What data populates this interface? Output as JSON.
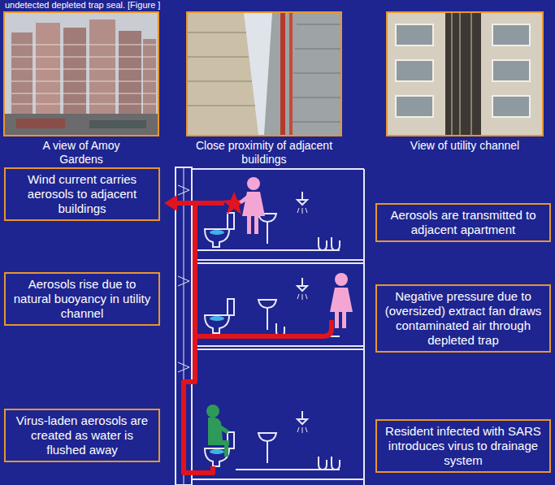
{
  "diagram": {
    "nodes": [
      {
        "text": [
          "Wind current carries aerosols to adjacent buildings"
        ]
      },
      {
        "text": [
          "Aerosols are transmitted to adjacent apartment"
        ]
      },
      {
        "text": [
          "Aerosols rise due to natural buoyancy in utility channel"
        ]
      },
      {
        "text": [
          "Negative pressure due to (oversized) extract fan draws contaminated air through depleted trap"
        ]
      },
      {
        "text": [
          "Virus-laden aerosols are created as water is flushed away"
        ]
      },
      {
        "text": [
          "Resident infected with SARS introduces virus to drainage system"
        ]
      }
    ],
    "labels": [
      "undetected depleted trap seal. [Figure ]",
      "A view of Amoy Gardens",
      "Close proximity of adjacent buildings",
      "View of utility channel"
    ]
  }
}
